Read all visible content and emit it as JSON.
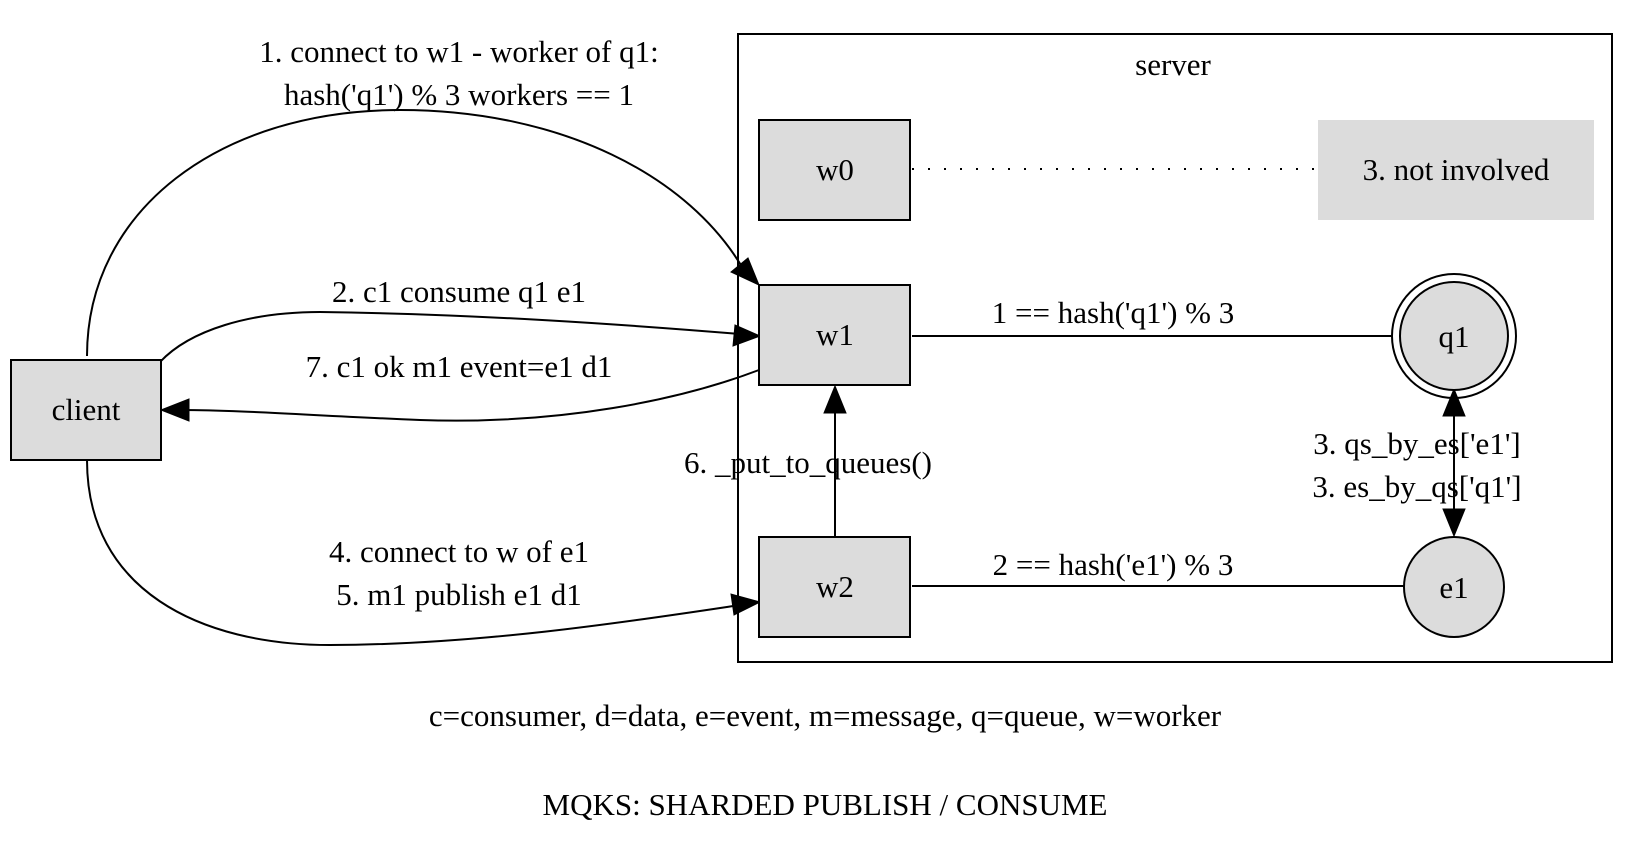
{
  "diagram": {
    "cluster_label": "server",
    "nodes": {
      "client": "client",
      "w0": "w0",
      "w1": "w1",
      "w2": "w2",
      "not_involved": "3. not involved",
      "q1": "q1",
      "e1": "e1"
    },
    "edges": {
      "connect_w1_line1": "1. connect to w1 - worker of q1:",
      "connect_w1_line2": "hash('q1') % 3 workers == 1",
      "consume": "2. c1 consume q1 e1",
      "ok": "7. c1 ok m1 event=e1 d1",
      "put_to_queues": "6. _put_to_queues()",
      "connect_w_line1": "4. connect to w of e1",
      "connect_w_line2": "5. m1 publish e1 d1",
      "hash_q1": "1 == hash('q1') % 3",
      "hash_e1": "2 == hash('e1') % 3",
      "qs_by_es": "3. qs_by_es['e1']",
      "es_by_qs": "3. es_by_qs['q1']"
    },
    "legend": "c=consumer, d=data, e=event, m=message, q=queue, w=worker",
    "title": "MQKS: SHARDED PUBLISH / CONSUME"
  }
}
